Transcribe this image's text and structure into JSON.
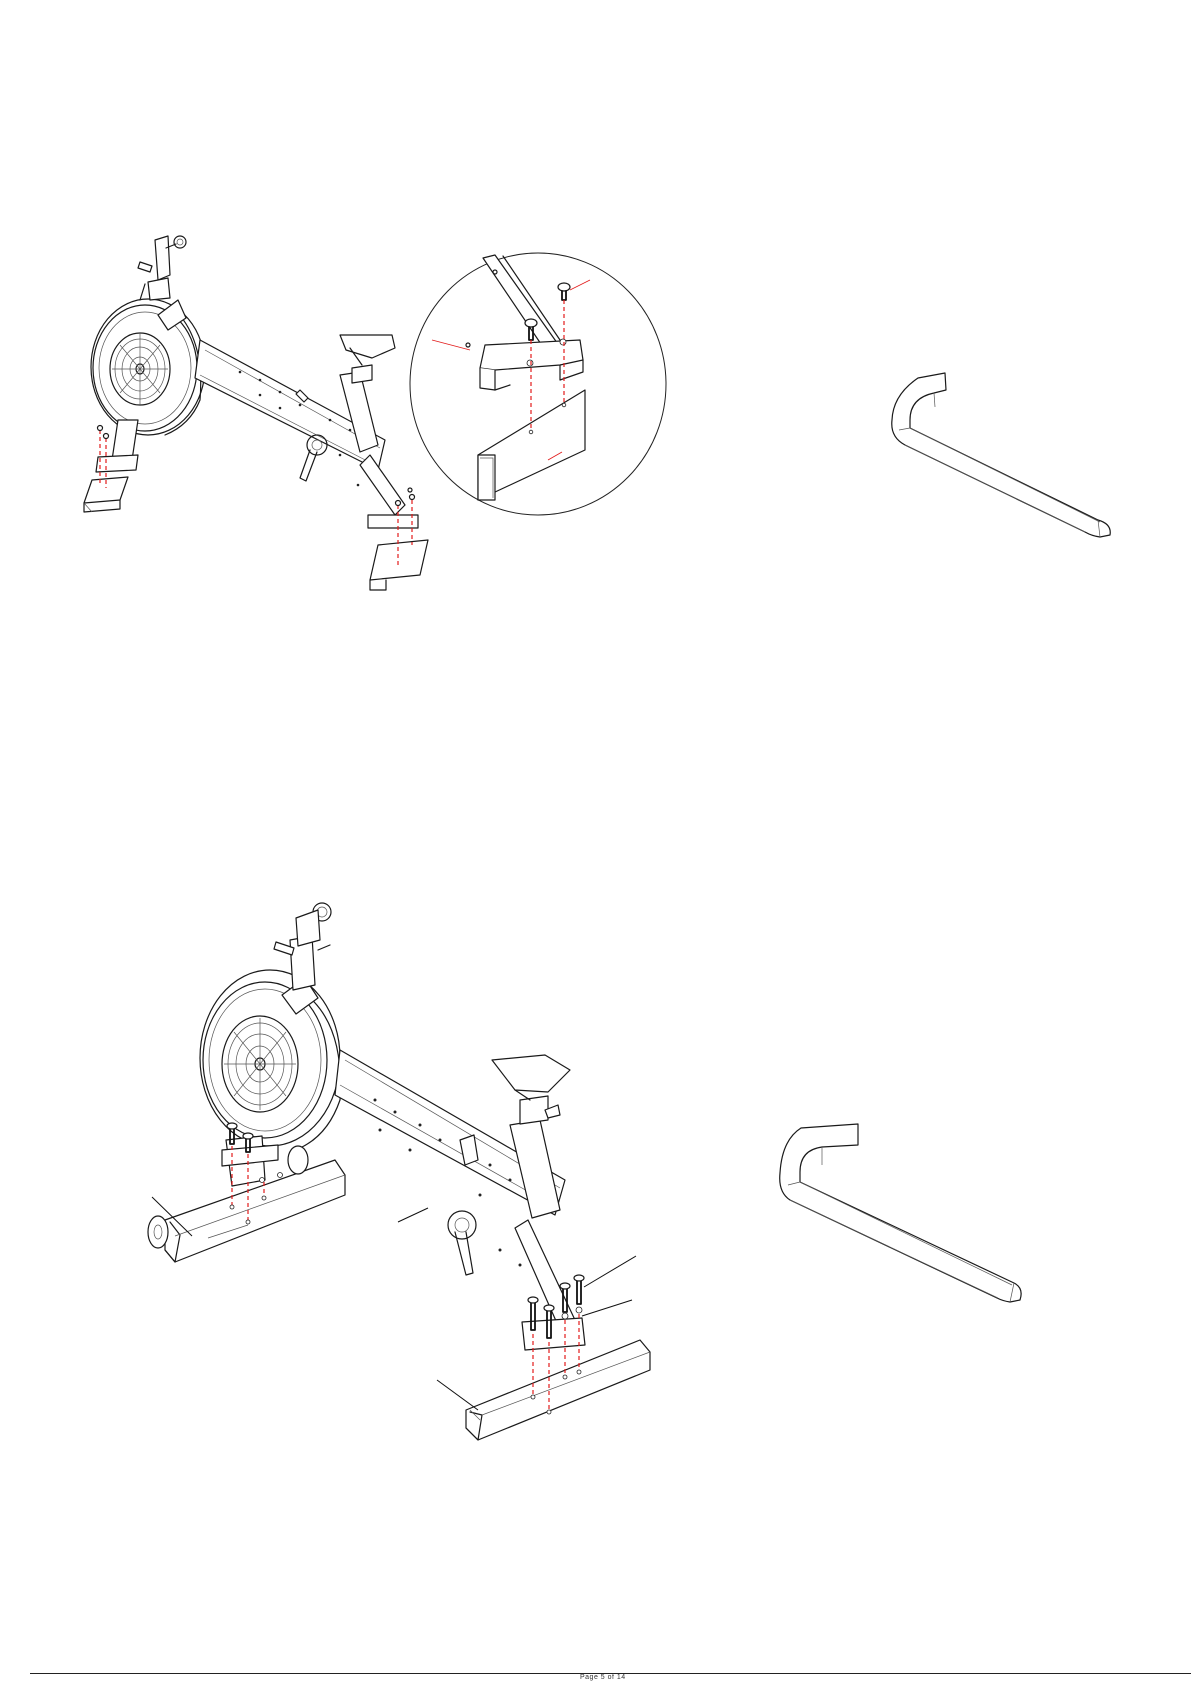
{
  "page": {
    "footer_text": "Page 5 of 14"
  },
  "figures": [
    {
      "id": "step-front-stabilizer",
      "kind": "assembly-illustration"
    },
    {
      "id": "step-front-stabilizer-detail",
      "kind": "magnified-detail"
    },
    {
      "id": "step-rear-stabilizer",
      "kind": "assembly-illustration"
    }
  ],
  "tools": [
    {
      "icon": "allen-key-icon"
    },
    {
      "icon": "allen-key-icon"
    }
  ],
  "colors": {
    "line": "#1a1a1a",
    "fastener_path": "#e21b1b",
    "background": "#ffffff"
  }
}
